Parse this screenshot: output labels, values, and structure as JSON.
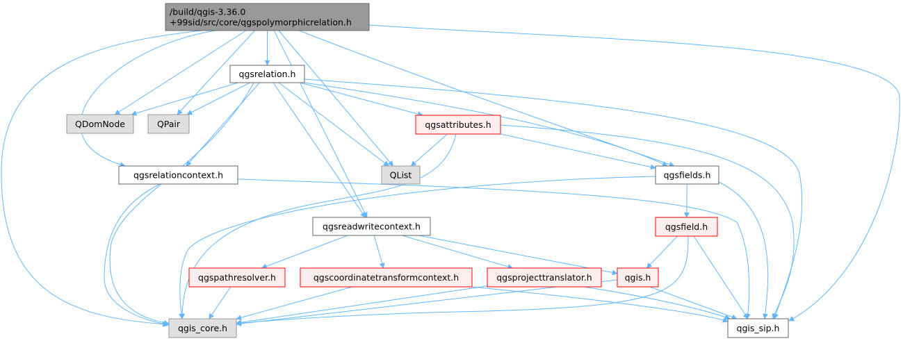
{
  "graph": {
    "colors": {
      "edge": "#63b8ff",
      "root_fill": "#999999",
      "root_stroke": "#666666",
      "normal_fill": "#ffffff",
      "normal_stroke": "#666666",
      "external_fill": "#e0e0e0",
      "external_stroke": "#999999",
      "truncated_fill": "#fff0f0",
      "truncated_stroke": "#ff0000",
      "text": "#000000"
    },
    "nodes": {
      "root": {
        "lines": [
          "/build/qgis-3.36.0",
          "+99sid/src/core/qgspolymorphicrelation.h"
        ],
        "kind": "root"
      },
      "qgsrelation": {
        "lines": [
          "qgsrelation.h"
        ],
        "kind": "normal"
      },
      "qdomnode": {
        "lines": [
          "QDomNode"
        ],
        "kind": "external"
      },
      "qpair": {
        "lines": [
          "QPair"
        ],
        "kind": "external"
      },
      "qgsattributes": {
        "lines": [
          "qgsattributes.h"
        ],
        "kind": "truncated"
      },
      "qlist": {
        "lines": [
          "QList"
        ],
        "kind": "external"
      },
      "qgsrelationcontext": {
        "lines": [
          "qgsrelationcontext.h"
        ],
        "kind": "normal"
      },
      "qgsfields": {
        "lines": [
          "qgsfields.h"
        ],
        "kind": "normal"
      },
      "qgsreadwritecontext": {
        "lines": [
          "qgsreadwritecontext.h"
        ],
        "kind": "normal"
      },
      "qgsfield": {
        "lines": [
          "qgsfield.h"
        ],
        "kind": "truncated"
      },
      "qgspathresolver": {
        "lines": [
          "qgspathresolver.h"
        ],
        "kind": "truncated"
      },
      "qgscoordinatetransformcontext": {
        "lines": [
          "qgscoordinatetransformcontext.h"
        ],
        "kind": "truncated"
      },
      "qgsprojecttranslator": {
        "lines": [
          "qgsprojecttranslator.h"
        ],
        "kind": "truncated"
      },
      "qgis": {
        "lines": [
          "qgis.h"
        ],
        "kind": "truncated"
      },
      "qgis_core": {
        "lines": [
          "qgis_core.h"
        ],
        "kind": "external"
      },
      "qgis_sip": {
        "lines": [
          "qgis_sip.h"
        ],
        "kind": "normal"
      }
    },
    "edges": [
      [
        "root",
        "qgsrelation"
      ],
      [
        "root",
        "qdomnode"
      ],
      [
        "root",
        "qpair"
      ],
      [
        "root",
        "qlist"
      ],
      [
        "root",
        "qgsrelationcontext"
      ],
      [
        "root",
        "qgsreadwritecontext"
      ],
      [
        "root",
        "qgsfields"
      ],
      [
        "root",
        "qgis_core"
      ],
      [
        "root",
        "qgis_sip"
      ],
      [
        "qgsrelation",
        "qdomnode"
      ],
      [
        "qgsrelation",
        "qpair"
      ],
      [
        "qgsrelation",
        "qgsattributes"
      ],
      [
        "qgsrelation",
        "qlist"
      ],
      [
        "qgsrelation",
        "qgsrelationcontext"
      ],
      [
        "qgsrelation",
        "qgsreadwritecontext"
      ],
      [
        "qgsrelation",
        "qgsfields"
      ],
      [
        "qgsrelation",
        "qgis_core"
      ],
      [
        "qgsrelation",
        "qgis_sip"
      ],
      [
        "qgsattributes",
        "qlist"
      ],
      [
        "qgsattributes",
        "qgsfields"
      ],
      [
        "qgsattributes",
        "qgis_core"
      ],
      [
        "qgsattributes",
        "qgis_sip"
      ],
      [
        "qgsrelationcontext",
        "qgis_core"
      ],
      [
        "qgsrelationcontext",
        "qgis_sip"
      ],
      [
        "qgsfields",
        "qgsfield"
      ],
      [
        "qgsfields",
        "qgis_core"
      ],
      [
        "qgsfields",
        "qgis_sip"
      ],
      [
        "qgsreadwritecontext",
        "qgspathresolver"
      ],
      [
        "qgsreadwritecontext",
        "qgscoordinatetransformcontext"
      ],
      [
        "qgsreadwritecontext",
        "qgsprojecttranslator"
      ],
      [
        "qgsreadwritecontext",
        "qgis"
      ],
      [
        "qgsfield",
        "qgis"
      ],
      [
        "qgsfield",
        "qgis_core"
      ],
      [
        "qgsfield",
        "qgis_sip"
      ],
      [
        "qgspathresolver",
        "qgis_core"
      ],
      [
        "qgscoordinatetransformcontext",
        "qgis_core"
      ],
      [
        "qgscoordinatetransformcontext",
        "qgis_sip"
      ],
      [
        "qgsprojecttranslator",
        "qgis_core"
      ],
      [
        "qgsprojecttranslator",
        "qgis_sip"
      ],
      [
        "qgis",
        "qgis_core"
      ],
      [
        "qgis",
        "qgis_sip"
      ]
    ]
  }
}
